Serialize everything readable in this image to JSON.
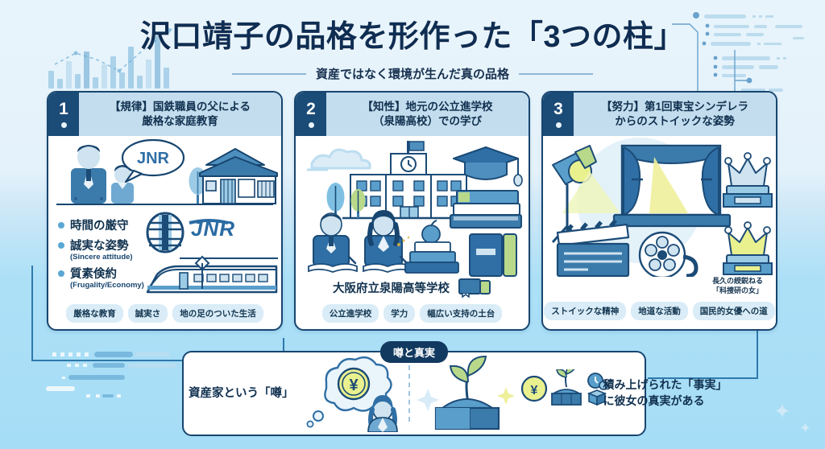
{
  "header": {
    "title": "沢口靖子の品格を形作った「3つの柱」",
    "subtitle": "資産ではなく環境が生んだ真の品格"
  },
  "cards": [
    {
      "number": "1",
      "title": "【規律】国鉄職員の父による\n厳格な家庭教育",
      "title_line1": "【規律】国鉄職員の父による",
      "title_line2": "厳格な家庭教育",
      "speech_bubble": "JNR",
      "train_logo": "JNR",
      "bullets": [
        {
          "main": "時間の厳守",
          "sub": ""
        },
        {
          "main": "誠実な姿勢",
          "sub": "(Sincere attitude)"
        },
        {
          "main": "質素倹約",
          "sub": "(Frugality/Economy)"
        }
      ],
      "caption": "",
      "tags": [
        "厳格な教育",
        "誠実さ",
        "地の足のついた生活"
      ]
    },
    {
      "number": "2",
      "title": "【知性】地元の公立進学校\n（泉陽高校）での学び",
      "title_line1": "【知性】地元の公立進学校",
      "title_line2": "（泉陽高校）での学び",
      "bullets": [],
      "caption": "大阪府立泉陽高等学校",
      "tags": [
        "公立進学校",
        "学力",
        "幅広い支持の土台"
      ]
    },
    {
      "number": "3",
      "title": "【努力】第1回東宝シンデレラ\nからのストイックな姿勢",
      "title_line1": "【努力】第1回東宝シンデレラ",
      "title_line2": "からのストイックな姿勢",
      "bullets": [],
      "caption_small_line1": "長久の綬鋭ねる",
      "caption_small_line2": "「科捜研の女」",
      "tags": [
        "ストイックな精神",
        "地道な活動",
        "国民的女優への道"
      ]
    }
  ],
  "bottom": {
    "badge": "噂と真実",
    "left_text": "資産家という「噂」",
    "right_line1": "積み上げられた「事実」",
    "right_line2": "に彼女の真実がある",
    "currency_symbol": "¥"
  },
  "colors": {
    "navy": "#17456f",
    "deep_navy": "#0f2d52",
    "badge_navy": "#1b4b77",
    "card_head": "#c3ddee",
    "tag_bg": "#d9ecf7",
    "accent_blue": "#3d86c6",
    "light_blue": "#a6ddf6",
    "yellow": "#e9f08e",
    "green": "#b8d98a"
  }
}
